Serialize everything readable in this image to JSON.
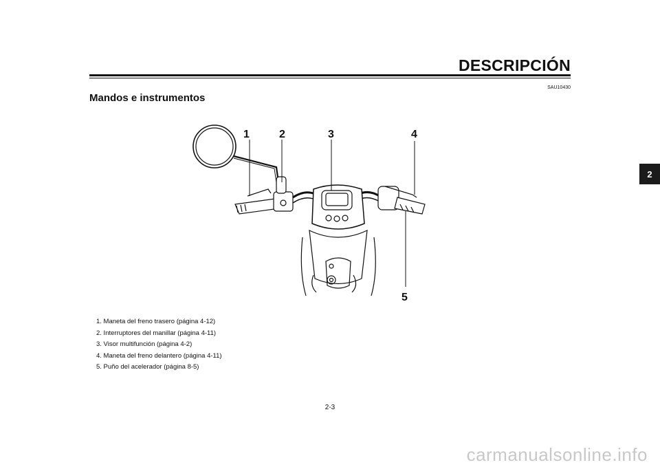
{
  "header": {
    "section_title": "DESCRIPCIÓN",
    "code": "SAU10430",
    "heading": "Mandos e instrumentos"
  },
  "chapter_tab": "2",
  "illustration": {
    "callouts": [
      "1",
      "2",
      "3",
      "4",
      "5"
    ]
  },
  "legend": [
    "1.  Maneta del freno trasero (página 4-12)",
    "2.  Interruptores del manillar (página 4-11)",
    "3.  Visor multifunción (página 4-2)",
    "4.  Maneta del freno delantero (página 4-11)",
    "5.  Puño del acelerador (página 8-5)"
  ],
  "page_number": "2-3",
  "watermark": "carmanualsonline.info"
}
